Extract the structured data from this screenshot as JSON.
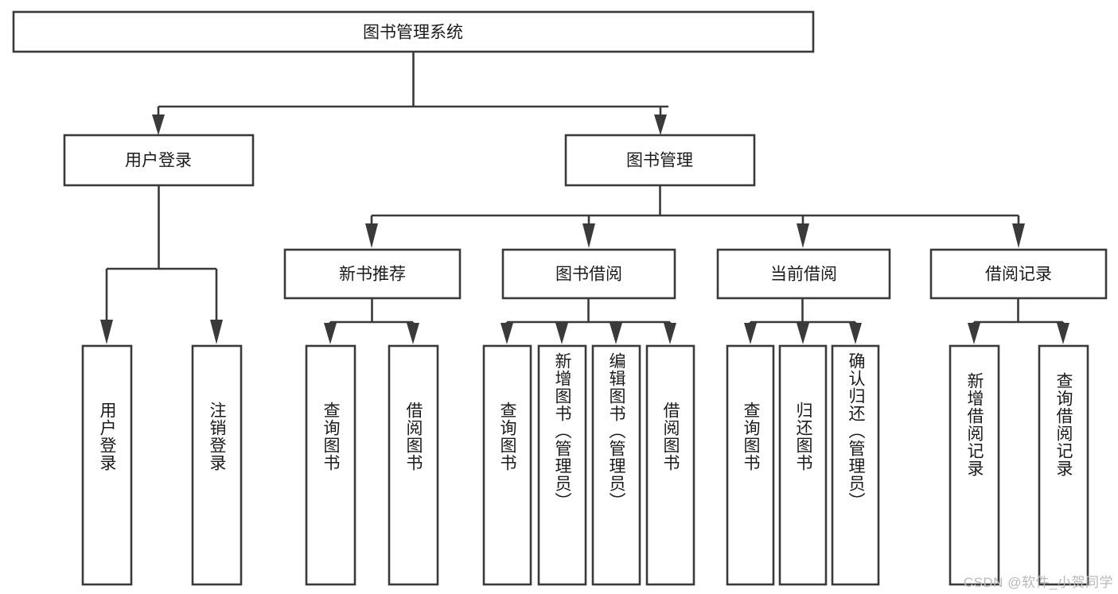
{
  "diagram": {
    "type": "tree",
    "orientation": "top-down",
    "root": {
      "id": "root",
      "label": "图书管理系统"
    },
    "level1": [
      {
        "id": "user-login",
        "label": "用户登录"
      },
      {
        "id": "book-management",
        "label": "图书管理"
      }
    ],
    "level2": [
      {
        "id": "new-book-recommend",
        "label": "新书推荐",
        "parent": "book-management"
      },
      {
        "id": "book-borrow",
        "label": "图书借阅",
        "parent": "book-management"
      },
      {
        "id": "current-borrow",
        "label": "当前借阅",
        "parent": "book-management"
      },
      {
        "id": "borrow-record",
        "label": "借阅记录",
        "parent": "book-management"
      }
    ],
    "leaves": {
      "user-login": [
        {
          "id": "leaf-user-login",
          "label": "用户登录"
        },
        {
          "id": "leaf-logout-login",
          "label": "注销登录"
        }
      ],
      "new-book-recommend": [
        {
          "id": "leaf-query-book-1",
          "label": "查询图书"
        },
        {
          "id": "leaf-borrow-book-1",
          "label": "借阅图书"
        }
      ],
      "book-borrow": [
        {
          "id": "leaf-query-book-2",
          "label": "查询图书"
        },
        {
          "id": "leaf-add-book",
          "label": "新增图书（管理员）"
        },
        {
          "id": "leaf-edit-book",
          "label": "编辑图书（管理员）"
        },
        {
          "id": "leaf-borrow-book-2",
          "label": "借阅图书"
        }
      ],
      "current-borrow": [
        {
          "id": "leaf-query-book-3",
          "label": "查询图书"
        },
        {
          "id": "leaf-return-book",
          "label": "归还图书"
        },
        {
          "id": "leaf-confirm-return",
          "label": "确认归还（管理员）"
        }
      ],
      "borrow-record": [
        {
          "id": "leaf-add-record",
          "label": "新增借阅记录"
        },
        {
          "id": "leaf-query-record",
          "label": "查询借阅记录"
        }
      ]
    },
    "colors": {
      "box_stroke": "#3a3a3a",
      "box_fill": "#ffffff",
      "text": "#1b1b1b",
      "background": "#ffffff",
      "watermark": "#b9b9b9"
    }
  },
  "watermark": {
    "text": "CSDN @软件_小贺同学"
  }
}
